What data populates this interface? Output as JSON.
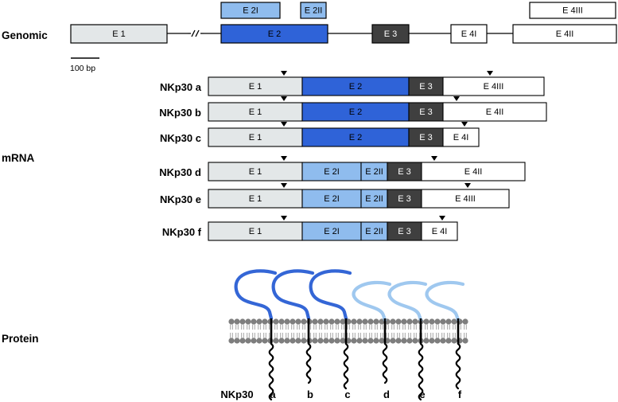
{
  "sections": {
    "genomic": "Genomic",
    "mrna": "mRNA",
    "protein": "Protein"
  },
  "scale_bar": "100 bp",
  "colors": {
    "E1": "#e3e7e8",
    "E2": "#2f63d8",
    "E2I": "#8fbcee",
    "E2II": "#8fbcee",
    "E3": "#3f3f3f",
    "E4I": "#ffffff",
    "E4II": "#ffffff",
    "E4III": "#ffffff",
    "dark_ligand": "#3466d6",
    "light_ligand": "#9fc8ef",
    "membrane": "#7e7e7e"
  },
  "genomic_exons": [
    {
      "id": "E1",
      "label": "E 1"
    },
    {
      "id": "E2",
      "label": "E 2"
    },
    {
      "id": "E2I",
      "label": "E 2I"
    },
    {
      "id": "E2II",
      "label": "E 2II"
    },
    {
      "id": "E3",
      "label": "E 3"
    },
    {
      "id": "E4I",
      "label": "E 4I"
    },
    {
      "id": "E4II",
      "label": "E 4II"
    },
    {
      "id": "E4III",
      "label": "E 4III"
    }
  ],
  "transcripts": [
    {
      "name": "NKp30 a",
      "exons": [
        {
          "id": "E1",
          "label": "E 1"
        },
        {
          "id": "E2",
          "label": "E 2"
        },
        {
          "id": "E3",
          "label": "E 3"
        },
        {
          "id": "E4III",
          "label": "E 4III"
        }
      ]
    },
    {
      "name": "NKp30 b",
      "exons": [
        {
          "id": "E1",
          "label": "E 1"
        },
        {
          "id": "E2",
          "label": "E 2"
        },
        {
          "id": "E3",
          "label": "E 3"
        },
        {
          "id": "E4II",
          "label": "E 4II"
        }
      ]
    },
    {
      "name": "NKp30 c",
      "exons": [
        {
          "id": "E1",
          "label": "E 1"
        },
        {
          "id": "E2",
          "label": "E 2"
        },
        {
          "id": "E3",
          "label": "E 3"
        },
        {
          "id": "E4I",
          "label": "E 4I"
        }
      ]
    },
    {
      "name": "NKp30 d",
      "exons": [
        {
          "id": "E1",
          "label": "E 1"
        },
        {
          "id": "E2I",
          "label": "E 2I"
        },
        {
          "id": "E2II",
          "label": "E 2II"
        },
        {
          "id": "E3",
          "label": "E 3"
        },
        {
          "id": "E4II",
          "label": "E 4II"
        }
      ]
    },
    {
      "name": "NKp30 e",
      "exons": [
        {
          "id": "E1",
          "label": "E 1"
        },
        {
          "id": "E2I",
          "label": "E 2I"
        },
        {
          "id": "E2II",
          "label": "E 2II"
        },
        {
          "id": "E3",
          "label": "E 3"
        },
        {
          "id": "E4III",
          "label": "E 4III"
        }
      ]
    },
    {
      "name": "NKp30 f",
      "exons": [
        {
          "id": "E1",
          "label": "E 1"
        },
        {
          "id": "E2I",
          "label": "E 2I"
        },
        {
          "id": "E2II",
          "label": "E 2II"
        },
        {
          "id": "E3",
          "label": "E 3"
        },
        {
          "id": "E4I",
          "label": "E 4I"
        }
      ]
    }
  ],
  "protein": {
    "prefix": "NKp30",
    "isoforms": [
      {
        "label": "a",
        "ligand": "dark"
      },
      {
        "label": "b",
        "ligand": "dark"
      },
      {
        "label": "c",
        "ligand": "dark"
      },
      {
        "label": "d",
        "ligand": "light"
      },
      {
        "label": "e",
        "ligand": "light"
      },
      {
        "label": "f",
        "ligand": "light"
      }
    ]
  }
}
